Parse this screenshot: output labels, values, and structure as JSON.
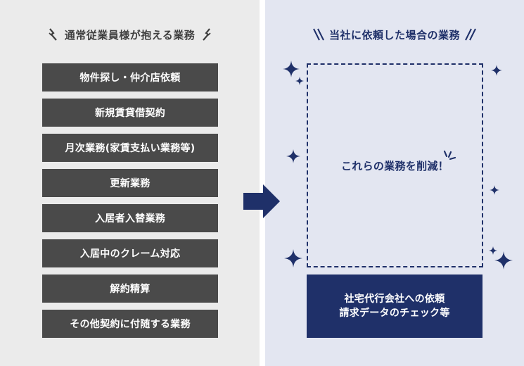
{
  "left": {
    "heading": "通常従業員様が抱える業務",
    "tasks": [
      "物件探し・仲介店依頼",
      "新規賃貸借契約",
      "月次業務(家賃支払い業務等)",
      "更新業務",
      "入居者入替業務",
      "入居中のクレーム対応",
      "解約精算",
      "その他契約に付随する業務"
    ]
  },
  "right": {
    "heading": "当社に依頼した場合の業務",
    "reduce_text": "これらの業務を削減！",
    "result_line1": "社宅代行会社への依頼",
    "result_line2": "請求データのチェック等"
  },
  "colors": {
    "left_bg": "#ebebeb",
    "right_bg": "#e3e6f1",
    "task_bg": "#4a4a4a",
    "navy": "#1f3069"
  },
  "icons": {
    "heading_left_decor": "lightning-icon",
    "heading_right_decor": "double-slash-icon",
    "arrow": "arrow-right-icon",
    "sparkles": "sparkle-icon",
    "emphasis": "burst-lines-icon"
  }
}
